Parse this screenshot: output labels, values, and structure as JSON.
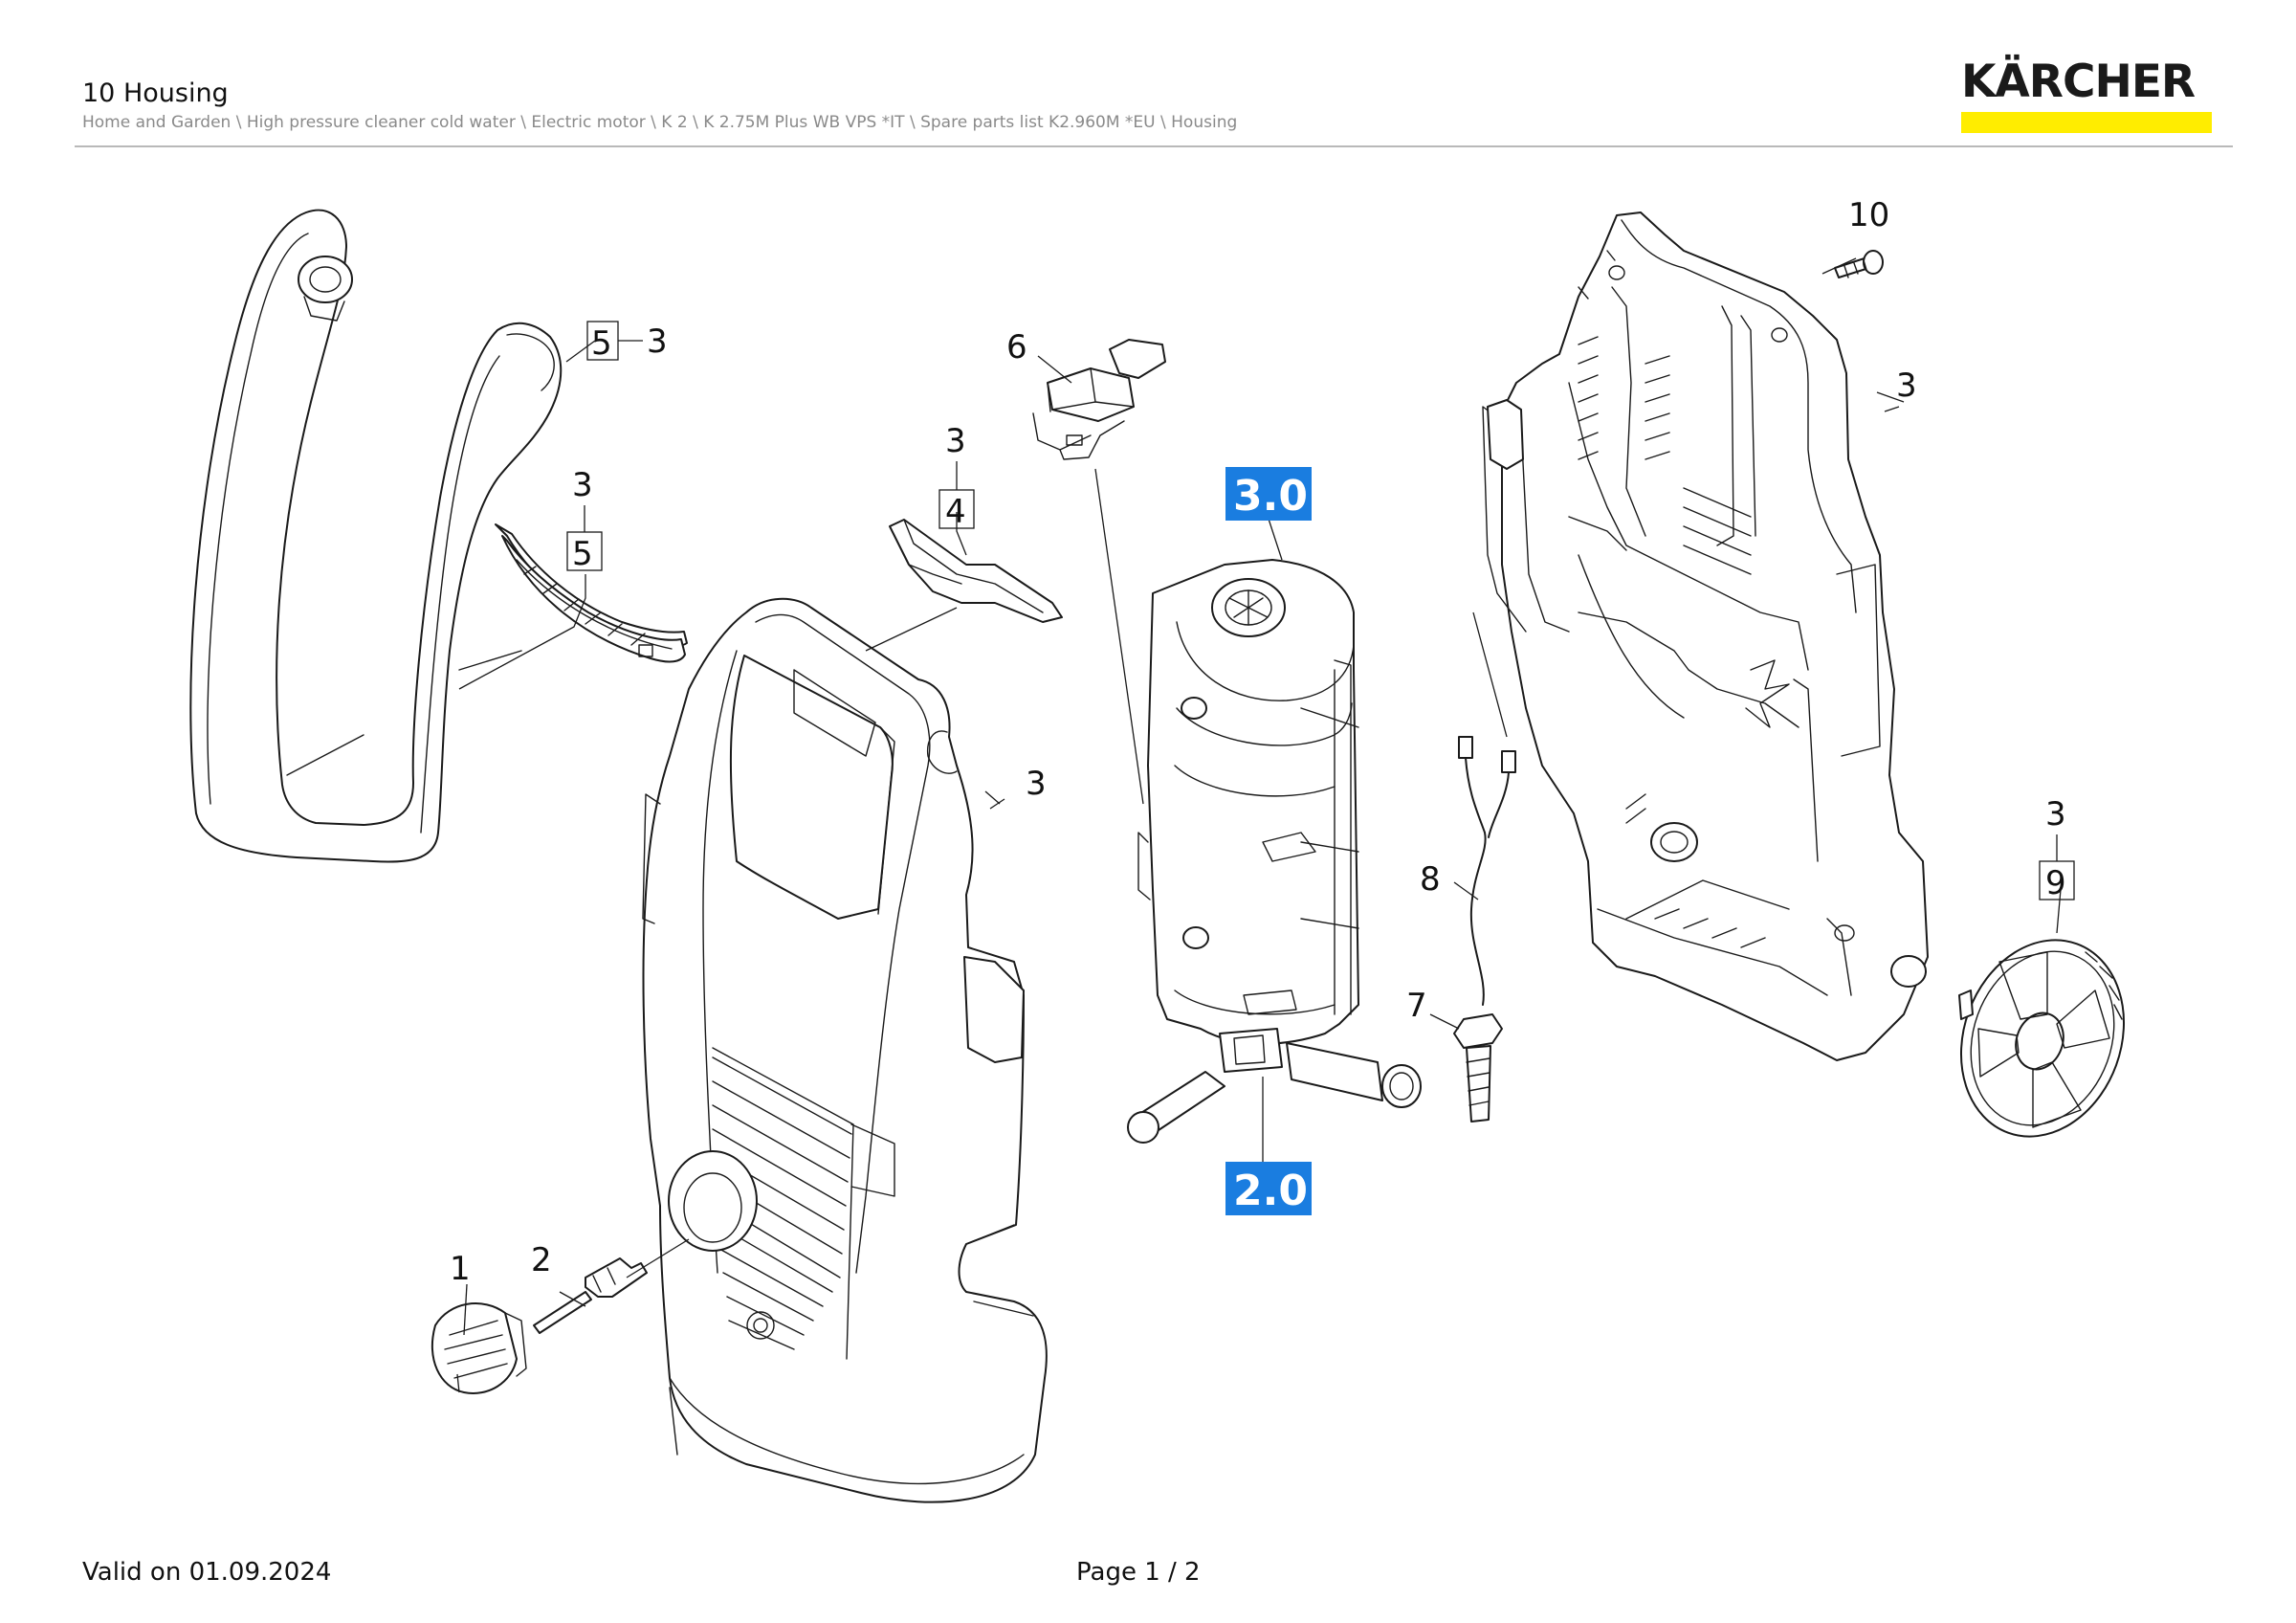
{
  "header": {
    "title": "10 Housing",
    "breadcrumb": "Home and Garden \\ High pressure cleaner cold water \\ Electric motor \\ K 2 \\ K 2.75M Plus WB VPS *IT \\ Spare parts list K2.960M *EU \\ Housing"
  },
  "brand": {
    "logo_text": "KÄRCHER",
    "accent_color": "#ffed00"
  },
  "diagram": {
    "callouts": {
      "c1": "1",
      "c2": "2",
      "c3_bracket_handle": "3",
      "c5_bracket_handle": "5",
      "c3_grille": "3",
      "c5_grille": "5",
      "c3_cover": "3",
      "c4_cover": "4",
      "c6": "6",
      "c3_front": "3",
      "c10": "10",
      "c3_back": "3",
      "c8": "8",
      "c7": "7",
      "c3_wheel": "3",
      "c9_wheel": "9"
    },
    "refs": {
      "motor": "3.0",
      "pump": "2.0"
    },
    "ref_color": "#1a7de0"
  },
  "footer": {
    "valid": "Valid on 01.09.2024",
    "page": "Page 1 / 2"
  }
}
